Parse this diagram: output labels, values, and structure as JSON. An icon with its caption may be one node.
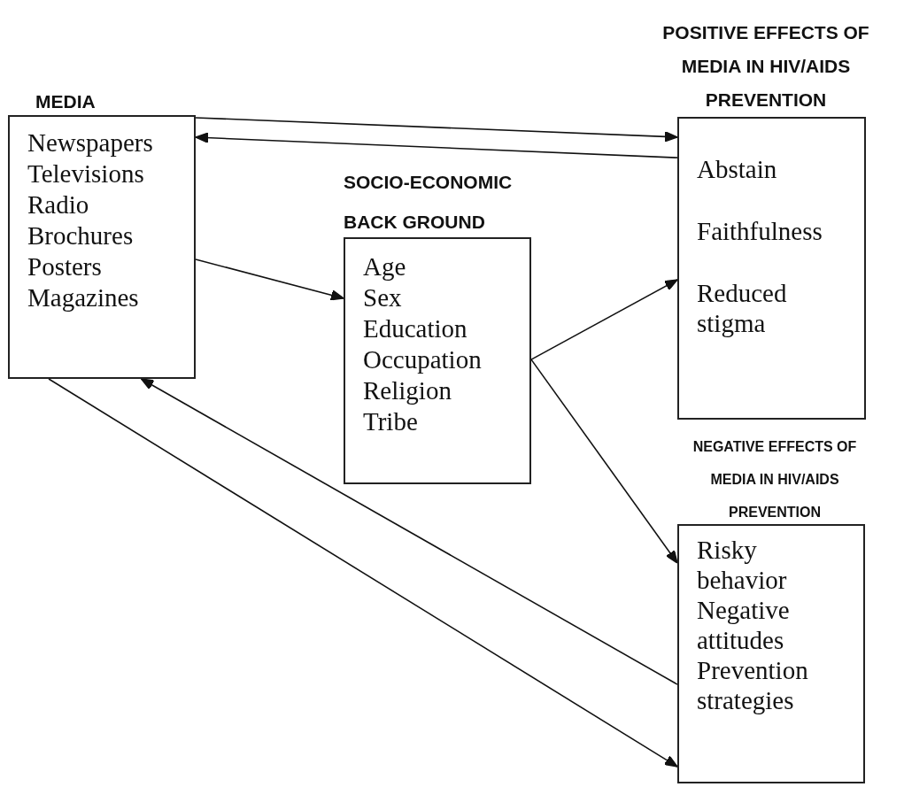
{
  "diagram": {
    "nodes": [
      {
        "text": [
          "MEDIA",
          "Newspapers",
          "Televisions",
          "Radio",
          "Brochures",
          "Posters",
          "Magazines"
        ]
      },
      {
        "text": [
          "SOCIO-ECONOMIC BACK GROUND",
          "Age",
          "Sex",
          "Education",
          "Occupation",
          "Religion",
          "Tribe"
        ]
      },
      {
        "text": [
          "POSITIVE EFFECTS OF MEDIA IN HIV/AIDS PREVENTION",
          "Abstain",
          "Faithfulness",
          "Reduced stigma"
        ]
      },
      {
        "text": [
          "NEGATIVE EFFECTS OF MEDIA IN HIV/AIDS PREVENTION",
          "Risky behavior",
          "Negative attitudes",
          "Prevention strategies"
        ]
      }
    ],
    "edges": [
      {
        "from": 0,
        "to": 2,
        "arrow": "to"
      },
      {
        "from": 2,
        "to": 0,
        "arrow": "to"
      },
      {
        "from": 0,
        "to": 1,
        "arrow": "to"
      },
      {
        "from": 1,
        "to": 2,
        "arrow": "to"
      },
      {
        "from": 1,
        "to": 3,
        "arrow": "to"
      },
      {
        "from": 3,
        "to": 0,
        "arrow": "to"
      },
      {
        "from": 0,
        "to": 3,
        "arrow": "to"
      }
    ]
  }
}
